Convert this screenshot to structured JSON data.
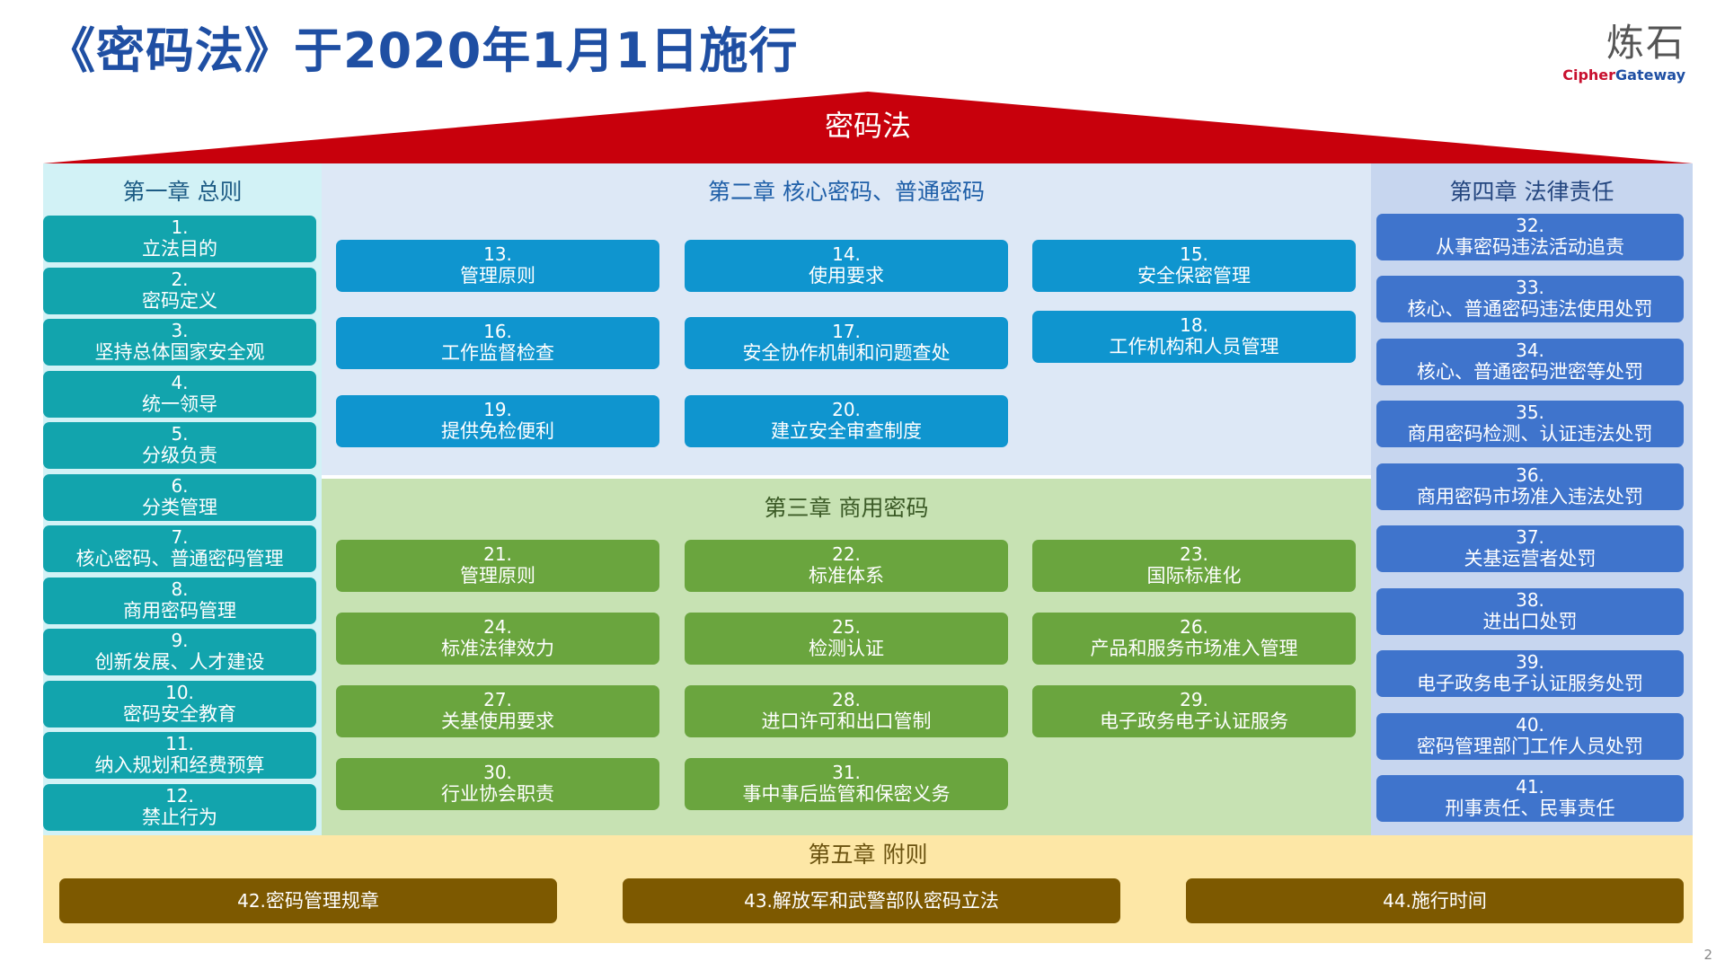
{
  "title": "《密码法》于2020年1月1日施行",
  "logo": {
    "cn": "炼石",
    "en_part1": "Cipher",
    "en_part2": "Gateway"
  },
  "roof": {
    "label": "密码法",
    "color": "#c8000c"
  },
  "colors": {
    "ch1_box": "#12a4ad",
    "ch2_box": "#0f95cf",
    "ch3_box": "#6aa53e",
    "ch4_box": "#3f74cc",
    "ch5_box": "#7d5900",
    "title": "#1f4fa3"
  },
  "chapters": {
    "ch1": {
      "title": "第一章 总则",
      "items": [
        {
          "num": "1.",
          "text": "立法目的"
        },
        {
          "num": "2.",
          "text": "密码定义"
        },
        {
          "num": "3.",
          "text": "坚持总体国家安全观"
        },
        {
          "num": "4.",
          "text": "统一领导"
        },
        {
          "num": "5.",
          "text": "分级负责"
        },
        {
          "num": "6.",
          "text": "分类管理"
        },
        {
          "num": "7.",
          "text": "核心密码、普通密码管理"
        },
        {
          "num": "8.",
          "text": "商用密码管理"
        },
        {
          "num": "9.",
          "text": "创新发展、人才建设"
        },
        {
          "num": "10.",
          "text": "密码安全教育"
        },
        {
          "num": "11.",
          "text": "纳入规划和经费预算"
        },
        {
          "num": "12.",
          "text": "禁止行为"
        }
      ]
    },
    "ch2": {
      "title": "第二章 核心密码、普通密码",
      "items": [
        {
          "num": "13.",
          "text": "管理原则"
        },
        {
          "num": "14.",
          "text": "使用要求"
        },
        {
          "num": "15.",
          "text": "安全保密管理"
        },
        {
          "num": "16.",
          "text": "工作监督检查"
        },
        {
          "num": "17.",
          "text": "安全协作机制和问题查处"
        },
        {
          "num": "18.",
          "text": "工作机构和人员管理"
        },
        {
          "num": "19.",
          "text": "提供免检便利"
        },
        {
          "num": "20.",
          "text": "建立安全审查制度"
        }
      ]
    },
    "ch3": {
      "title": "第三章 商用密码",
      "items": [
        {
          "num": "21.",
          "text": "管理原则"
        },
        {
          "num": "22.",
          "text": "标准体系"
        },
        {
          "num": "23.",
          "text": "国际标准化"
        },
        {
          "num": "24.",
          "text": "标准法律效力"
        },
        {
          "num": "25.",
          "text": "检测认证"
        },
        {
          "num": "26.",
          "text": "产品和服务市场准入管理"
        },
        {
          "num": "27.",
          "text": "关基使用要求"
        },
        {
          "num": "28.",
          "text": "进口许可和出口管制"
        },
        {
          "num": "29.",
          "text": "电子政务电子认证服务"
        },
        {
          "num": "30.",
          "text": "行业协会职责"
        },
        {
          "num": "31.",
          "text": "事中事后监管和保密义务"
        }
      ]
    },
    "ch4": {
      "title": "第四章 法律责任",
      "items": [
        {
          "num": "32.",
          "text": "从事密码违法活动追责"
        },
        {
          "num": "33.",
          "text": "核心、普通密码违法使用处罚"
        },
        {
          "num": "34.",
          "text": "核心、普通密码泄密等处罚"
        },
        {
          "num": "35.",
          "text": "商用密码检测、认证违法处罚"
        },
        {
          "num": "36.",
          "text": "商用密码市场准入违法处罚"
        },
        {
          "num": "37.",
          "text": "关基运营者处罚"
        },
        {
          "num": "38.",
          "text": "进出口处罚"
        },
        {
          "num": "39.",
          "text": "电子政务电子认证服务处罚"
        },
        {
          "num": "40.",
          "text": "密码管理部门工作人员处罚"
        },
        {
          "num": "41.",
          "text": "刑事责任、民事责任"
        }
      ]
    },
    "ch5": {
      "title": "第五章 附则",
      "items": [
        {
          "num": "42.",
          "text": "密码管理规章"
        },
        {
          "num": "43.",
          "text": "解放军和武警部队密码立法"
        },
        {
          "num": "44.",
          "text": "施行时间"
        }
      ]
    }
  },
  "page_number": "2"
}
